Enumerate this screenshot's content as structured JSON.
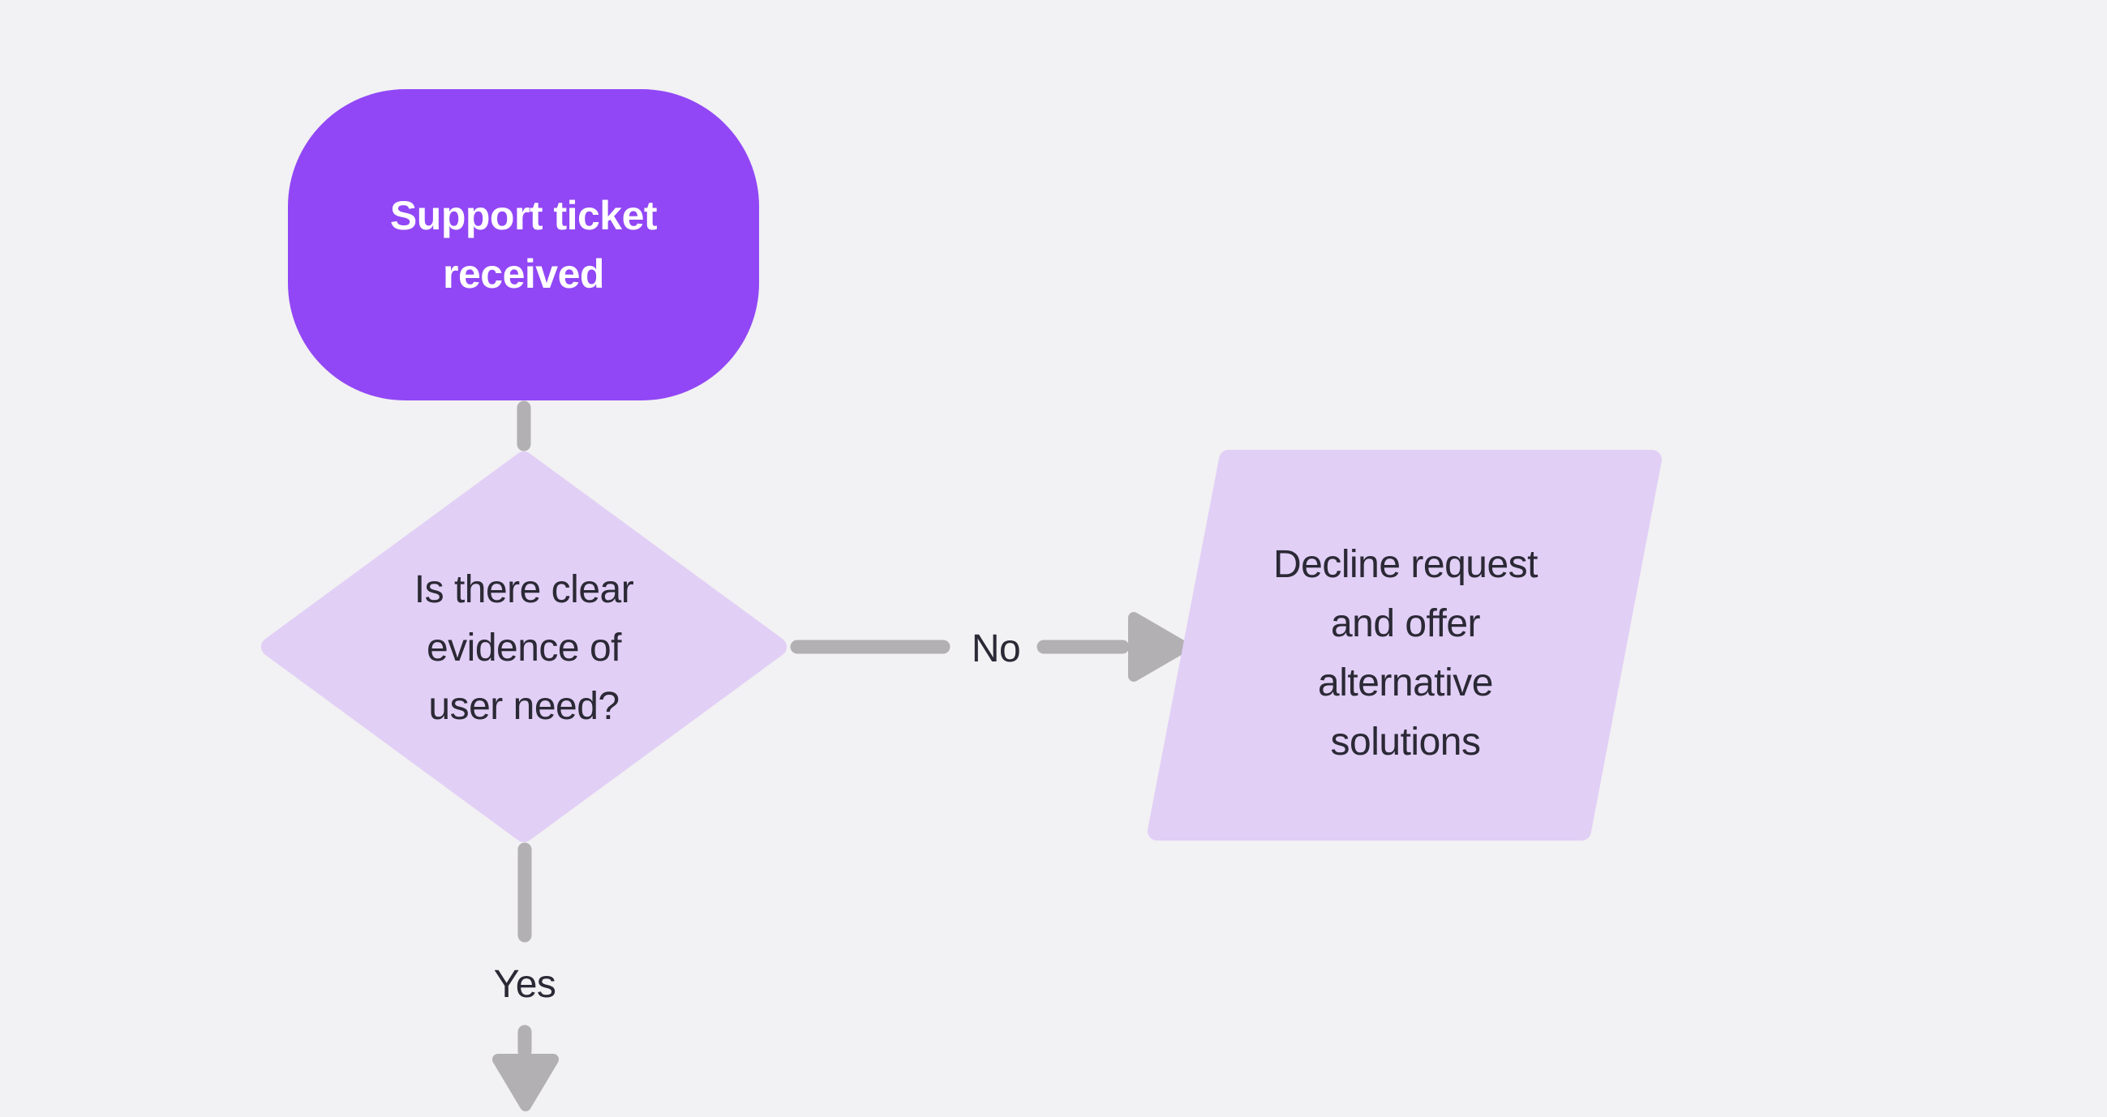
{
  "canvas": {
    "type": "flowchart"
  },
  "colors": {
    "background": "#F2F1F3",
    "node_primary": "#9147F5",
    "node_secondary": "#E1CFF6",
    "connector": "#B2B0B3",
    "text_dark": "#2B2935",
    "text_light": "#FFFFFF"
  },
  "nodes": [
    {
      "id": "start",
      "shape": "rounded-rectangle",
      "label": "Support ticket received",
      "lines": [
        "Support ticket",
        "received"
      ]
    },
    {
      "id": "decision",
      "shape": "diamond",
      "label": "Is there clear evidence of user need?",
      "lines": [
        "Is there clear",
        "evidence of",
        "user need?"
      ]
    },
    {
      "id": "decline",
      "shape": "parallelogram",
      "label": "Decline request and offer alternative solutions",
      "lines": [
        "Decline request",
        "and offer",
        "alternative",
        "solutions"
      ]
    }
  ],
  "connectors": [
    {
      "id": "start-to-decision",
      "from": "start",
      "to": "decision",
      "label": ""
    },
    {
      "id": "decision-to-decline",
      "from": "decision",
      "to": "decline",
      "label": "No"
    },
    {
      "id": "decision-to-continue",
      "from": "decision",
      "to": "offscreen-bottom",
      "label": "Yes"
    }
  ]
}
